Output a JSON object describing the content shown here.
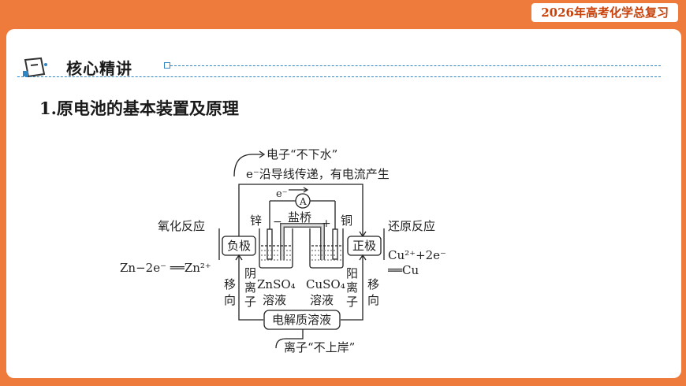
{
  "header": {
    "badge": "2026年高考化学总复习"
  },
  "section": {
    "title": "核心精讲"
  },
  "heading": "1.原电池的基本装置及原理",
  "diagram": {
    "electron_top": "电子“不下水”",
    "electron_flow": "e⁻沿导线传递，有电流产生",
    "electron_symbol": "e⁻",
    "ammeter": "A",
    "zinc": "锌",
    "salt_bridge": "盐桥",
    "copper": "铜",
    "minus": "−",
    "plus": "+",
    "oxidation": "氧化反应",
    "reduction": "还原反应",
    "negative": "负极",
    "positive": "正极",
    "neg_eq": "Zn−2e⁻ ══Zn²⁺",
    "pos_eq_1": "Cu²⁺+2e⁻",
    "pos_eq_2": "══Cu",
    "left_move": "移向",
    "anion": "阴离子",
    "cation": "阳离子",
    "right_move": "移向",
    "znso4": "ZnSO₄",
    "znso4_sol": "溶液",
    "cuso4": "CuSO₄",
    "cuso4_sol": "溶液",
    "electrolyte": "电解质溶液",
    "ion_bottom": "离子“不上岸”"
  }
}
